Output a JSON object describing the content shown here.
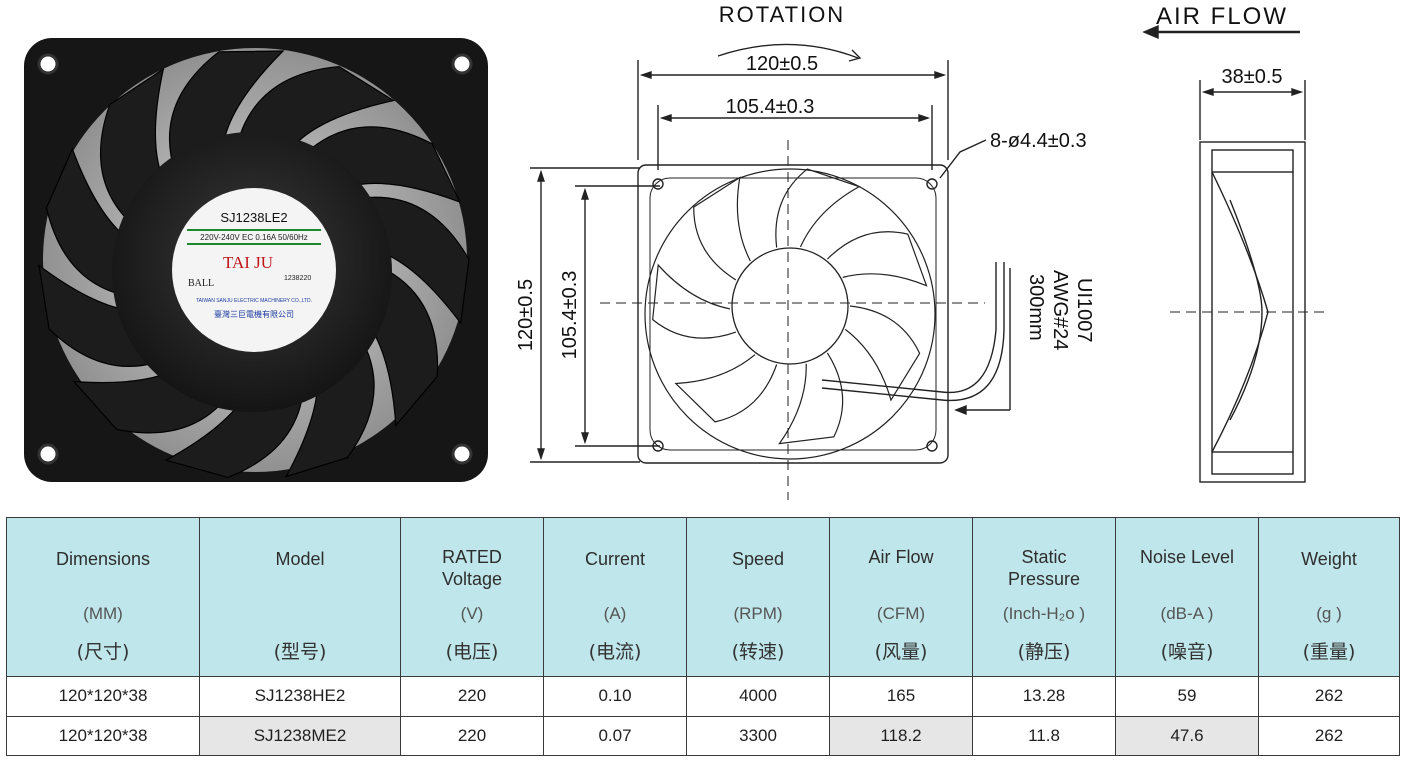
{
  "photo": {
    "label_model": "SJ1238LE2",
    "label_rating": "220V-240V  EC 0.16A  50/60Hz",
    "label_brand": "TAI JU",
    "label_bearing": "BALL",
    "label_serial": "1238220",
    "label_company_en": "TAIWAN SANJU ELECTRIC MACHINERY CO.,LTD.",
    "label_company_cn": "臺灣三巨電機有限公司"
  },
  "drawing": {
    "rotation_label": "ROTATION",
    "airflow_label": "AIR FLOW",
    "dim_outer_width": "120±0.5",
    "dim_hole_width": "105.4±0.3",
    "dim_holes": "8-ø4.4±0.3",
    "dim_outer_height": "120±0.5",
    "dim_hole_height": "105.4±0.3",
    "dim_depth": "38±0.5",
    "wire_line1": "UI1007",
    "wire_line2": "AWG#24",
    "wire_line3": "300mm"
  },
  "table": {
    "headers": [
      {
        "name": "Dimensions",
        "unit": "(MM)",
        "cn": "(尺寸)"
      },
      {
        "name": "Model",
        "unit": "",
        "cn": "(型号)"
      },
      {
        "name": "RATED Voltage",
        "unit": "(V)",
        "cn": "(电压)"
      },
      {
        "name": "Current",
        "unit": "(A)",
        "cn": "(电流)"
      },
      {
        "name": "Speed",
        "unit": "(RPM)",
        "cn": "(转速)"
      },
      {
        "name": "Air Flow",
        "unit": "(CFM)",
        "cn": "(风量)"
      },
      {
        "name": "Static Pressure",
        "unit": "(Inch-H₂o )",
        "cn": "(静压)"
      },
      {
        "name": "Noise Level",
        "unit": "(dB-A )",
        "cn": "(噪音)"
      },
      {
        "name": "Weight",
        "unit": "(g )",
        "cn": "(重量)"
      }
    ],
    "rows": [
      [
        "120*120*38",
        "SJ1238HE2",
        "220",
        "0.10",
        "4000",
        "165",
        "13.28",
        "59",
        "262"
      ],
      [
        "120*120*38",
        "SJ1238ME2",
        "220",
        "0.07",
        "3300",
        "118.2",
        "11.8",
        "47.6",
        "262"
      ]
    ]
  }
}
